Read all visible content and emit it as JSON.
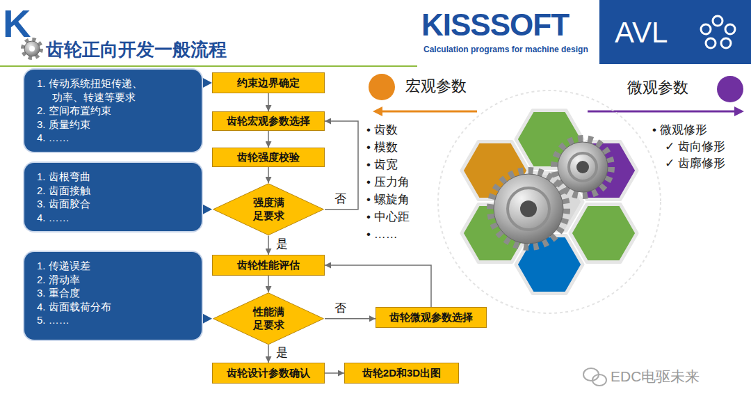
{
  "diagram": {
    "title": "齿轮正向开发一般流程",
    "nodes": [
      {
        "text": [
          "1. 传动系统扭矩传递、 功率、转速等要求",
          "2. 空间布置约束",
          "3. 质量约束",
          "4. ……"
        ]
      },
      {
        "text": [
          "1. 齿根弯曲",
          "2. 齿面接触",
          "3. 齿面胶合",
          "4. ……"
        ]
      },
      {
        "text": [
          "1. 传递误差",
          "2. 滑动率",
          "3. 重合度",
          "4. 齿面载荷分布",
          "5. ……"
        ]
      },
      {
        "text": [
          "约束边界确定"
        ]
      },
      {
        "text": [
          "齿轮宏观参数选择"
        ]
      },
      {
        "text": [
          "齿轮强度校验"
        ]
      },
      {
        "text": [
          "强度满 足要求"
        ]
      },
      {
        "text": [
          "齿轮性能评估"
        ]
      },
      {
        "text": [
          "性能满 足要求"
        ]
      },
      {
        "text": [
          "齿轮微观参数选择"
        ]
      },
      {
        "text": [
          "齿轮设计参数确认"
        ]
      },
      {
        "text": [
          "齿轮2D和3D出图"
        ]
      }
    ],
    "edges": [
      {
        "from": 0,
        "to": 3,
        "arrow": "none"
      },
      {
        "from": 1,
        "to": 6,
        "arrow": "none"
      },
      {
        "from": 2,
        "to": 8,
        "arrow": "none"
      },
      {
        "from": 3,
        "to": 4,
        "arrow": "to"
      },
      {
        "from": 4,
        "to": 5,
        "arrow": "to"
      },
      {
        "from": 5,
        "to": 6,
        "arrow": "to"
      },
      {
        "from": 6,
        "to": 7,
        "arrow": "to",
        "label": "是"
      },
      {
        "from": 6,
        "to": 4,
        "arrow": "to",
        "label": "否"
      },
      {
        "from": 7,
        "to": 8,
        "arrow": "to"
      },
      {
        "from": 8,
        "to": 9,
        "arrow": "to",
        "label": "否"
      },
      {
        "from": 9,
        "to": 7,
        "arrow": "to"
      },
      {
        "from": 8,
        "to": 10,
        "arrow": "to",
        "label": "是"
      },
      {
        "from": 10,
        "to": 11,
        "arrow": "to"
      }
    ],
    "labels": [
      "K",
      "KISSSOFT",
      "Calculation programs for machine design",
      "AVL",
      "宏观参数",
      "• 齿数",
      "• 模数",
      "• 齿宽",
      "• 压力角",
      "• 螺旋角",
      "• 中心距",
      "• ……",
      "微观参数",
      "• 微观修形",
      "✓ 齿向修形",
      "✓ 齿廓修形",
      "EDC电驱未来"
    ]
  }
}
